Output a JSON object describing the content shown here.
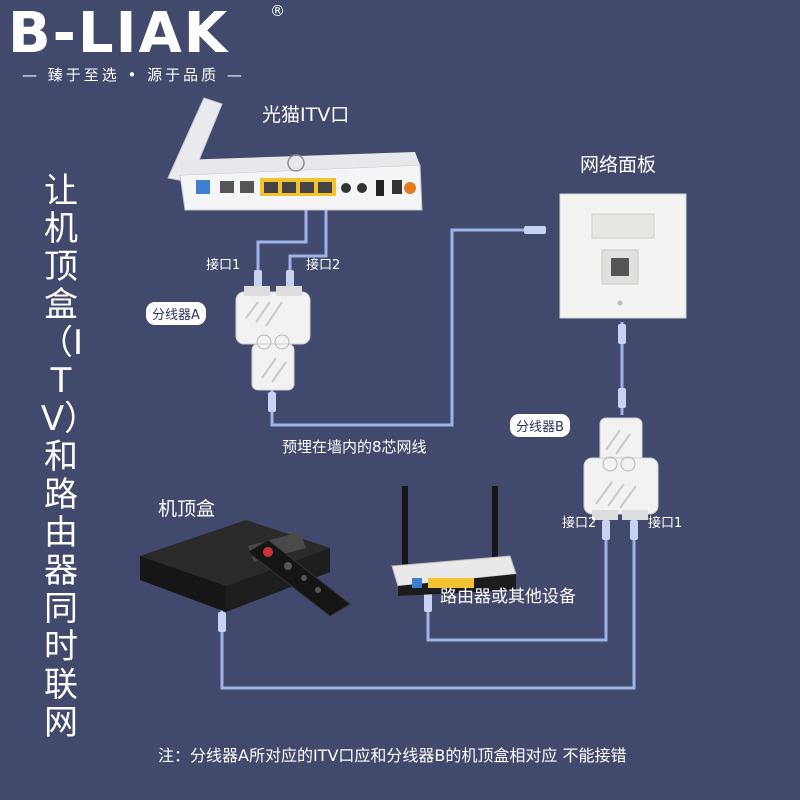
{
  "brand": {
    "logo": "B-LIAK",
    "registered": "®",
    "slogan": "— 臻于至选 • 源于品质 —"
  },
  "title_vertical": "让机顶盒（ITV）和路由器同时联网",
  "labels": {
    "modem": "光猫ITV口",
    "wall_panel": "网络面板",
    "splitter_a": "分线器A",
    "splitter_b": "分线器B",
    "port1_a": "接口1",
    "port2_a": "接口2",
    "port1_b": "接口1",
    "port2_b": "接口2",
    "wall_cable": "预埋在墙内的8芯网线",
    "stb": "机顶盒",
    "router": "路由器或其他设备"
  },
  "note": "注：分线器A所对应的ITV口应和分线器B的机顶盒相对应 不能接错",
  "colors": {
    "background": "#414a6c",
    "cable": "#9fb4e6",
    "port_yellow": "#f2c230"
  }
}
